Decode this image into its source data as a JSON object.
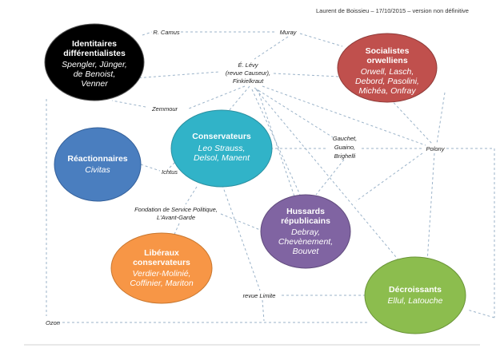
{
  "header": {
    "author": "Laurent de Boissieu – 17/10/2015  – version non définitive"
  },
  "colors": {
    "identitaires": "#000000",
    "socialistes": "#c0504d",
    "conservateurs": "#31b3c8",
    "reactionnaires": "#4a7ebf",
    "hussards": "#8064a2",
    "liberaux": "#f79646",
    "decroissants": "#8cbd4e",
    "link": "#9bb3c9"
  },
  "groups": {
    "identitaires": {
      "title": [
        "Identitaires",
        "différentialistes"
      ],
      "members": [
        "Spengler, Jünger,",
        "de Benoist,",
        "Venner"
      ]
    },
    "socialistes": {
      "title": [
        "Socialistes",
        "orwelliens"
      ],
      "members": [
        "Orwell, Lasch,",
        "Debord, Pasolini,",
        "Michéa, Onfray"
      ]
    },
    "conservateurs": {
      "title": [
        "Conservateurs"
      ],
      "members": [
        "Leo Strauss,",
        "Delsol, Manent"
      ]
    },
    "reactionnaires": {
      "title": [
        "Réactionnaires"
      ],
      "members": [
        "Civitas"
      ]
    },
    "hussards": {
      "title": [
        "Hussards",
        "républicains"
      ],
      "members": [
        "Debray,",
        "Chevènement,",
        "Bouvet"
      ]
    },
    "liberaux": {
      "title": [
        "Libéraux",
        "conservateurs"
      ],
      "members": [
        "Verdier-Molinié,",
        "Coffinier, Mariton"
      ]
    },
    "decroissants": {
      "title": [
        "Décroissants"
      ],
      "members": [
        "Ellul, Latouche"
      ]
    }
  },
  "connectors": {
    "camus": "R. Camus",
    "muray": "Muray",
    "levy": [
      "É. Lévy",
      "(revue Causeur),",
      "Finkielkraut"
    ],
    "zemmour": "Zemmour",
    "gauchet": [
      "Gauchet,",
      "Guaino,",
      "Brighelli"
    ],
    "polony": "Polony",
    "ichtus": "Ichtus",
    "fondation": [
      "Fondation de Service Politique,",
      "L'Avant-Garde"
    ],
    "limite": "revue Limite",
    "ozon": "Ozon"
  }
}
